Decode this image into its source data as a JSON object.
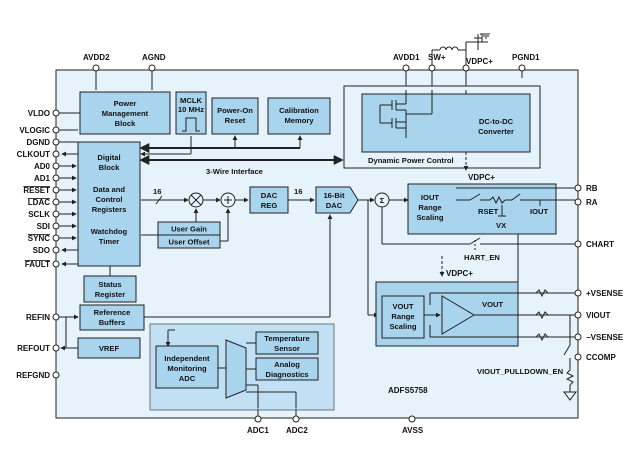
{
  "chip": {
    "part_number": "ADFS5758",
    "colors": {
      "chip_fill": "#e6f3fb",
      "block_fill": "#a9d4ee",
      "line": "#222222"
    }
  },
  "top_pins": {
    "avdd2": "AVDD2",
    "agnd": "AGND",
    "avdd1": "AVDD1",
    "sw_plus": "SW+",
    "vdpc_plus": "VDPC+",
    "pgnd1": "PGND1"
  },
  "left_pins": [
    "VLDO",
    "VLOGIC",
    "DGND",
    "CLKOUT",
    "AD0",
    "AD1",
    "RESET",
    "LDAC",
    "SCLK",
    "SDI",
    "SYNC",
    "SDO",
    "FAULT",
    "REFIN",
    "REFOUT",
    "REFGND"
  ],
  "right_pins": [
    "RB",
    "RA",
    "CHART",
    "+VSENSE",
    "VIOUT",
    "−VSENSE",
    "CCOMP"
  ],
  "bottom_pins": [
    "ADC1",
    "ADC2",
    "AVSS"
  ],
  "blocks": {
    "power_management": [
      "Power",
      "Management",
      "Block"
    ],
    "mclk": [
      "MCLK",
      "10 MHz"
    ],
    "power_on_reset": [
      "Power-On",
      "Reset"
    ],
    "calibration_memory": [
      "Calibration",
      "Memory"
    ],
    "dc_dc": [
      "DC-to-DC",
      "Converter"
    ],
    "dynamic_power_control": "Dynamic Power Control",
    "digital_block": [
      "Digital",
      "Block",
      "",
      "Data and",
      "Control",
      "Registers",
      "",
      "Watchdog",
      "Timer"
    ],
    "three_wire": "3-Wire Interface",
    "user_gain": "User Gain",
    "user_offset": "User Offset",
    "dac_reg": [
      "DAC",
      "REG"
    ],
    "dac_16bit": [
      "16-Bit",
      "DAC"
    ],
    "iout_range_scaling": [
      "IOUT",
      "Range",
      "Scaling"
    ],
    "vout_range_scaling": [
      "VOUT",
      "Range",
      "Scaling"
    ],
    "status_register": [
      "Status",
      "Register"
    ],
    "reference_buffers": [
      "Reference",
      "Buffers"
    ],
    "vref": "VREF",
    "monitoring_adc": [
      "Independent",
      "Monitoring",
      "ADC"
    ],
    "temperature_sensor": [
      "Temperature",
      "Sensor"
    ],
    "analog_diagnostics": [
      "Analog",
      "Diagnostics"
    ]
  },
  "labels": {
    "bus16_a": "16",
    "bus16_b": "16",
    "rset": "RSET",
    "vx": "VX",
    "iout": "IOUT",
    "vout": "VOUT",
    "hart_en": "HART_EN",
    "vdpc_a": "VDPC+",
    "vdpc_b": "VDPC+",
    "pulldown": "VIOUT_PULLDOWN_EN"
  }
}
